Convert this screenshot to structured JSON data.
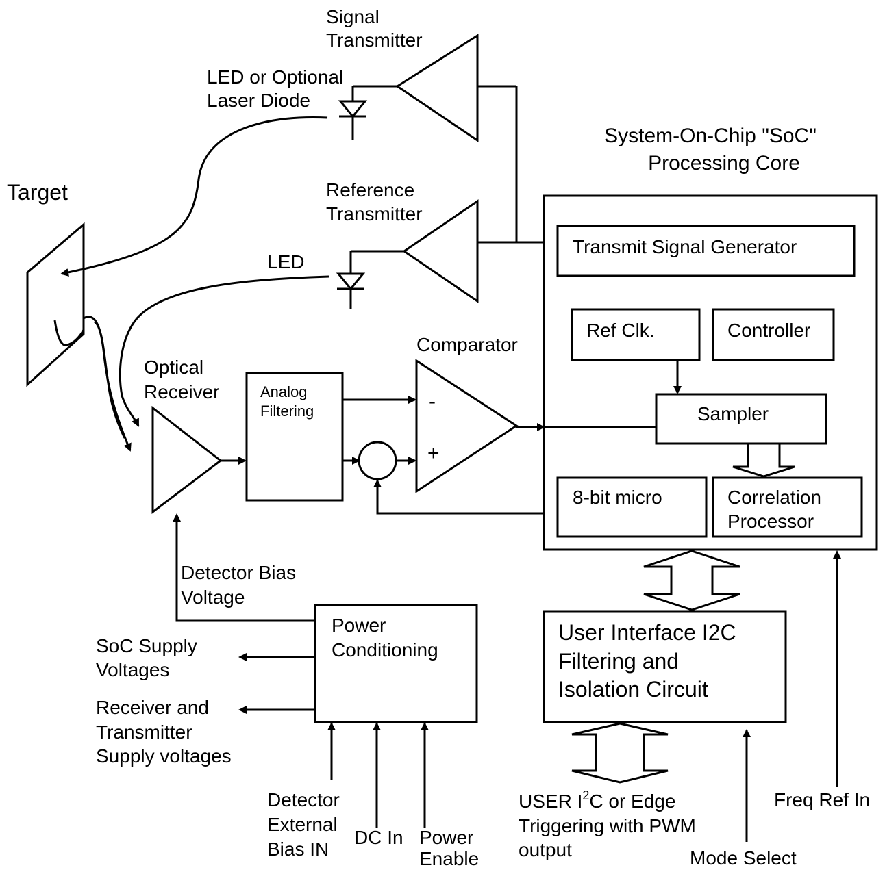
{
  "labels": {
    "target": "Target",
    "signal_tx_1": "Signal",
    "signal_tx_2": "Transmitter",
    "led_laser_1": "LED or Optional",
    "led_laser_2": "Laser Diode",
    "soc_title_1": "System-On-Chip \"SoC\"",
    "soc_title_2": "Processing Core",
    "ref_tx_1": "Reference",
    "ref_tx_2": "Transmitter",
    "led": "LED",
    "transmit_signal_generator": "Transmit Signal Generator",
    "ref_clk": "Ref Clk.",
    "controller": "Controller",
    "comparator": "Comparator",
    "comparator_minus": "-",
    "comparator_plus": "+",
    "optical_receiver_1": "Optical",
    "optical_receiver_2": "Receiver",
    "analog_filtering_1": "Analog",
    "analog_filtering_2": "Filtering",
    "sampler": "Sampler",
    "micro_8bit": "8-bit micro",
    "correlation_1": "Correlation",
    "correlation_2": "Processor",
    "detector_bias_1": "Detector Bias",
    "detector_bias_2": "Voltage",
    "power_cond_1": "Power",
    "power_cond_2": "Conditioning",
    "soc_supply_1": "SoC Supply",
    "soc_supply_2": "Voltages",
    "rx_tx_supply_1": "Receiver and",
    "rx_tx_supply_2": "Transmitter",
    "rx_tx_supply_3": "Supply voltages",
    "ui_1": "User Interface I2C",
    "ui_2": "Filtering and",
    "ui_3": "Isolation Circuit",
    "det_ext_bias_1": "Detector",
    "det_ext_bias_2": "External",
    "det_ext_bias_3": "Bias IN",
    "dc_in": "DC In",
    "power_enable_1": "Power",
    "power_enable_2": "Enable",
    "user_i2c_1a": "USER I",
    "user_i2c_1sup": "2",
    "user_i2c_1b": "C or Edge",
    "user_i2c_2": "Triggering with PWM",
    "user_i2c_3": "output",
    "mode_select": "Mode Select",
    "freq_ref_in": "Freq Ref In"
  }
}
